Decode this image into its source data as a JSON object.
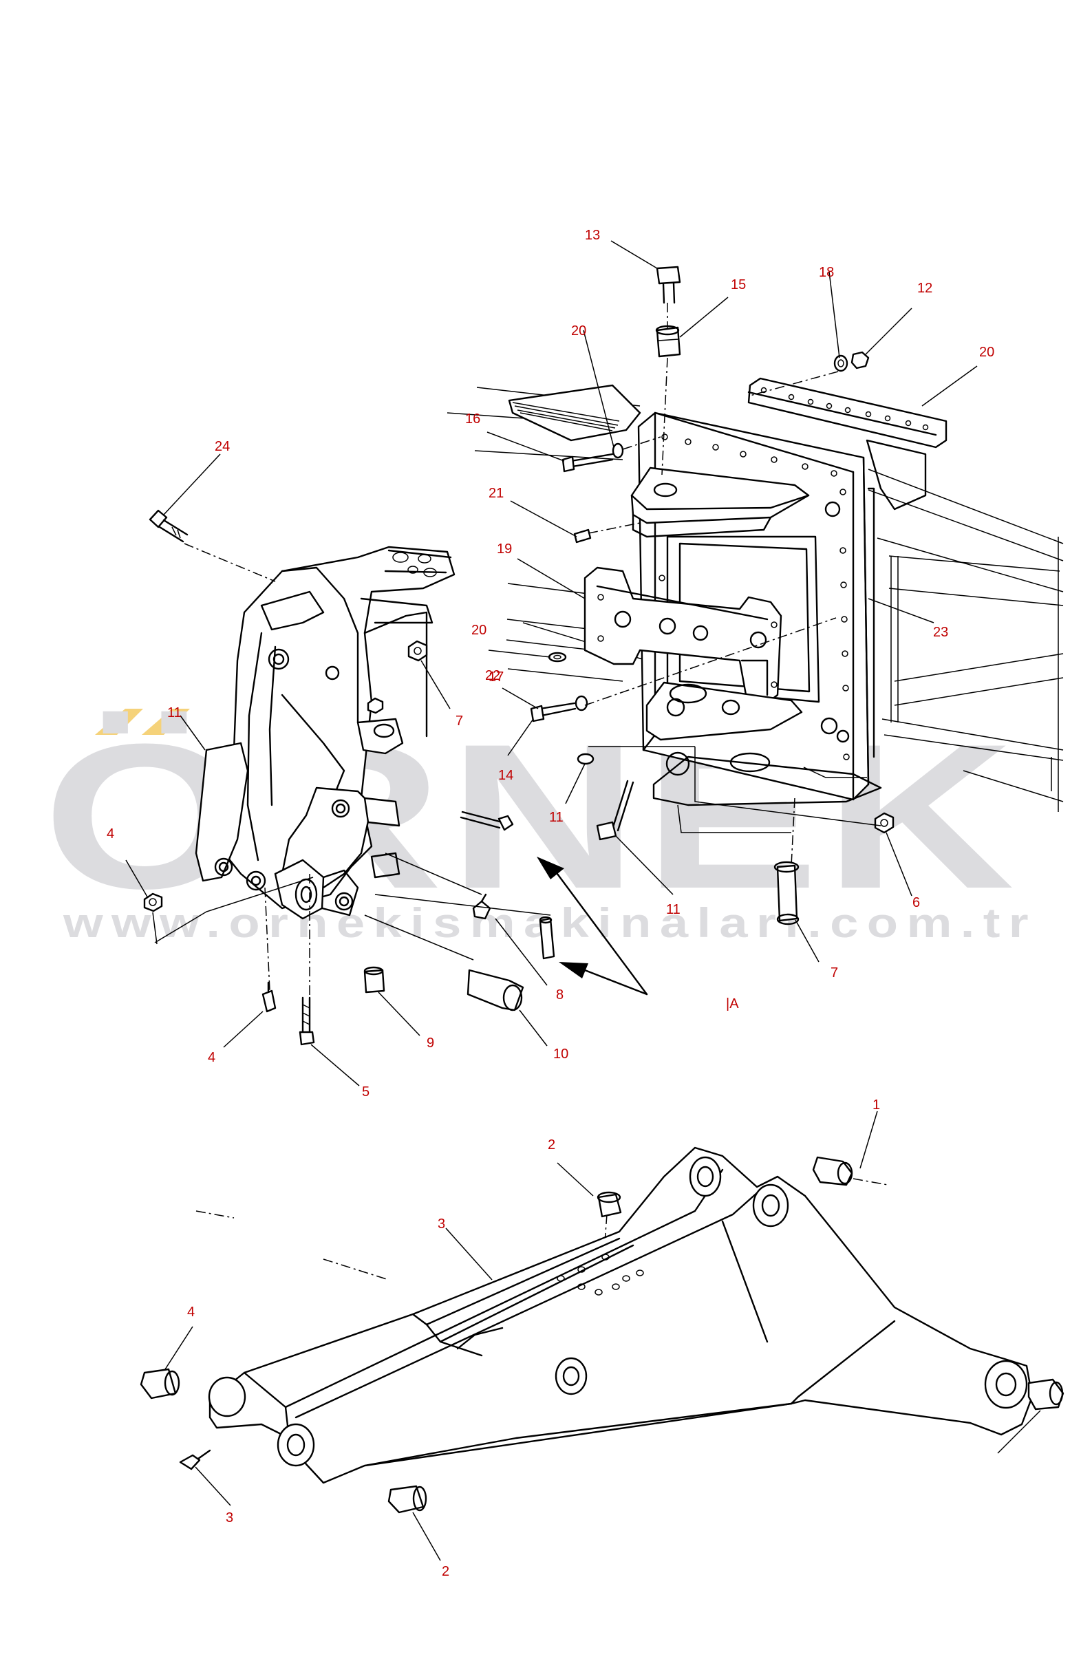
{
  "watermark": {
    "brand": "ÖRNEK",
    "url": "www.ornekismakinalari.com.tr",
    "accent_color": "#f5d27a",
    "text_color": "#dcdcdf"
  },
  "view_marker": "|A",
  "callouts": [
    "13",
    "15",
    "20",
    "18",
    "12",
    "20",
    "17",
    "16",
    "21",
    "19",
    "23",
    "20",
    "22",
    "14",
    "11",
    "7",
    "24",
    "7",
    "11",
    "6",
    "11",
    "4",
    "4",
    "8",
    "9",
    "10",
    "5",
    "2",
    "1",
    "3",
    "4",
    "3",
    "2"
  ],
  "colors": {
    "callout": "#c00000",
    "line": "#000000",
    "background": "#ffffff"
  }
}
